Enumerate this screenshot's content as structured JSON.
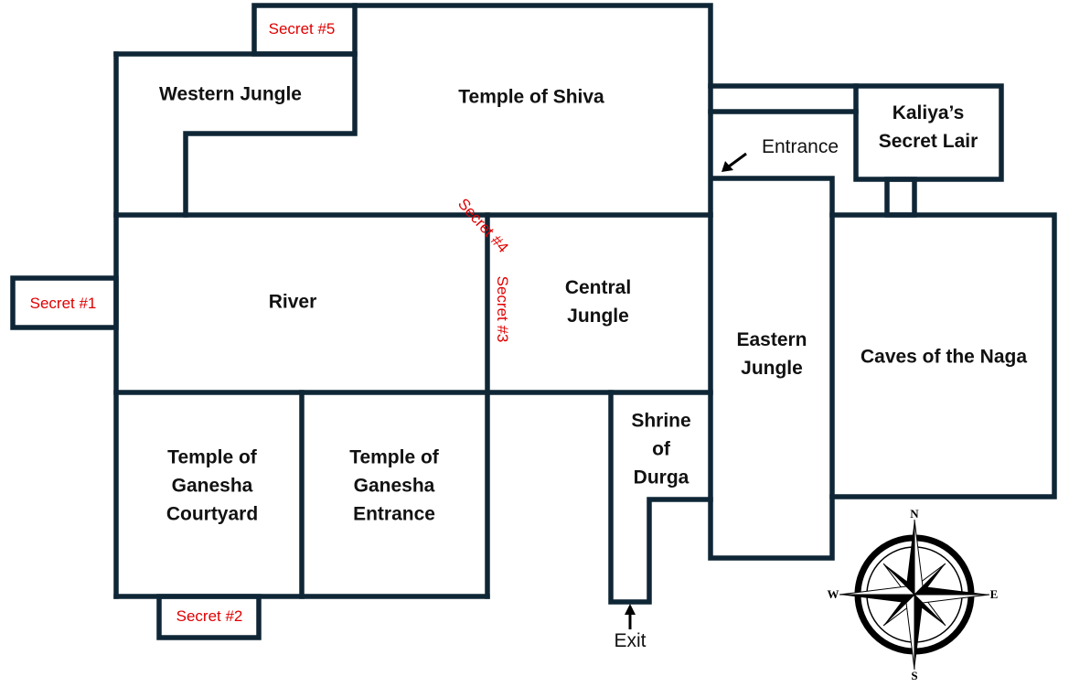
{
  "rooms": {
    "western_jungle": "Western Jungle",
    "temple_of_shiva": "Temple of Shiva",
    "river": "River",
    "central_jungle": [
      "Central",
      "Jungle"
    ],
    "eastern_jungle": [
      "Eastern",
      "Jungle"
    ],
    "caves_of_the_naga": "Caves of the Naga",
    "kaliyas_secret_lair": [
      "Kaliya’s",
      "Secret Lair"
    ],
    "ganesha_courtyard": [
      "Temple of",
      "Ganesha",
      "Courtyard"
    ],
    "ganesha_entrance": [
      "Temple of",
      "Ganesha",
      "Entrance"
    ],
    "shrine_of_durga": [
      "Shrine",
      "of",
      "Durga"
    ]
  },
  "secrets": [
    "Secret #1",
    "Secret #2",
    "Secret #3",
    "Secret #4",
    "Secret #5"
  ],
  "markers": {
    "entrance": "Entrance",
    "exit": "Exit"
  },
  "compass": {
    "n": "N",
    "e": "E",
    "s": "S",
    "w": "W"
  },
  "colors": {
    "wall": "#0f2636",
    "secret": "#e00000"
  }
}
